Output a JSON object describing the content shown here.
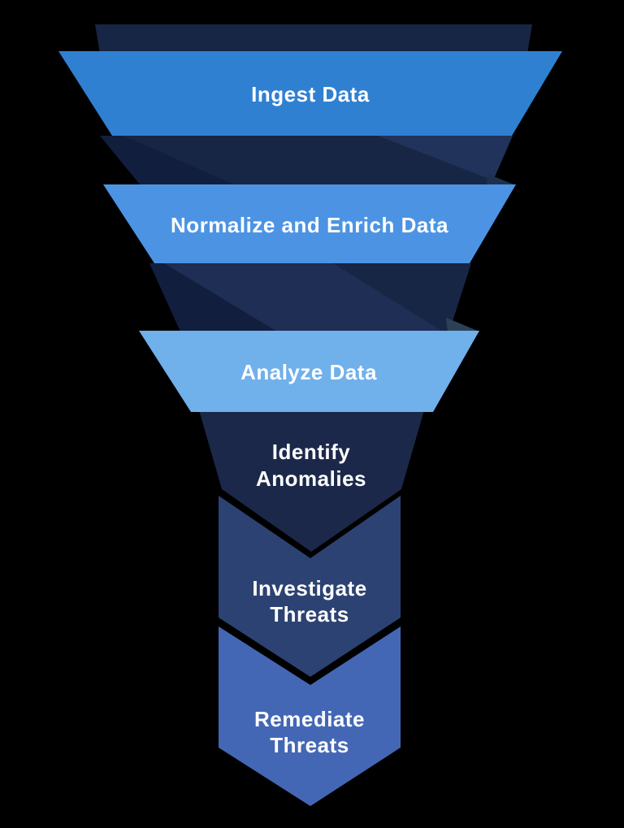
{
  "background": "#000000",
  "funnel": {
    "stages": [
      {
        "label": "Ingest Data",
        "color": "#3080D2",
        "shape": "band"
      },
      {
        "label": "Normalize and Enrich Data",
        "color": "#4C94E3",
        "shape": "band"
      },
      {
        "label": "Analyze Data",
        "color": "#70B0EB",
        "shape": "band"
      },
      {
        "label": "Identify Anomalies",
        "lines": [
          "Identify",
          "Anomalies"
        ],
        "color": "#1B2849",
        "shape": "pentagon"
      },
      {
        "label": "Investigate Threats",
        "lines": [
          "Investigate",
          "Threats"
        ],
        "color": "#2C4272",
        "shape": "chevron"
      },
      {
        "label": "Remediate Threats",
        "lines": [
          "Remediate",
          "Threats"
        ],
        "color": "#4467B5",
        "shape": "chevron"
      }
    ],
    "interior": {
      "base": "#172644",
      "shadow": "#121E3E",
      "highlight": "#21335A",
      "mid_highlight": "#1E2E55",
      "fold_upper_right": "#1E314E",
      "fold_lower_right": "#2C4156"
    },
    "text_color": "#FFFFFF"
  }
}
